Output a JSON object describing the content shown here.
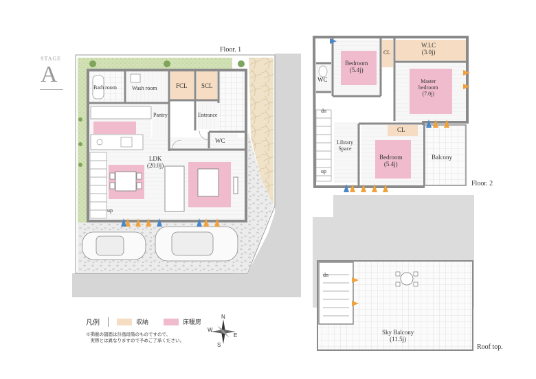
{
  "stage": {
    "word": "STAGE",
    "letter": "A"
  },
  "floors": {
    "floor1": "Floor. 1",
    "floor2": "Floor. 2",
    "roof": "Roof top."
  },
  "rooms_floor1": {
    "bath": "Bath room",
    "wash": "Wash room",
    "fcl": "FCL",
    "scl": "SCL",
    "pantry": "Pantry",
    "entrance": "Entrance",
    "wc": "WC",
    "ldk": "LDK",
    "ldk_size": "(20.0j)",
    "up": "up"
  },
  "rooms_floor2": {
    "bedroom1": "Bedroom",
    "bedroom1_size": "(5.4j)",
    "cl1": "CL",
    "wic": "W.I.C",
    "wic_size": "(3.0j)",
    "master": "Master",
    "master2": "bedroom",
    "master_size": "(7.0j)",
    "wc": "WC",
    "dn": "dn",
    "up": "up",
    "library1": "Library",
    "library2": "Space",
    "cl2": "CL",
    "bedroom2": "Bedroom",
    "bedroom2_size": "(5.4j)",
    "balcony": "Balcony"
  },
  "roof": {
    "dn": "dn",
    "sky": "Sky Balcony",
    "sky_size": "(11.5j)"
  },
  "legend": {
    "title": "凡例",
    "storage_label": "収納",
    "heating_label": "床暖房",
    "note_line1": "※掲載の図面は計画段階のものですので、",
    "note_line2": "　実際とは異なりますので予めご了承ください。"
  },
  "compass": {
    "n": "N",
    "e": "E",
    "s": "S",
    "w": "W"
  },
  "colors": {
    "storage": "#f6dcc2",
    "heating": "#f0bccd",
    "wall": "#8a8a8a",
    "ground": "#d4d4d4",
    "garden": "#c9d9a9",
    "gravel": "#e7e7e7",
    "flooring": "#f6f6f6",
    "arrow_orange": "#f0a23c",
    "arrow_blue": "#4a86c5"
  }
}
